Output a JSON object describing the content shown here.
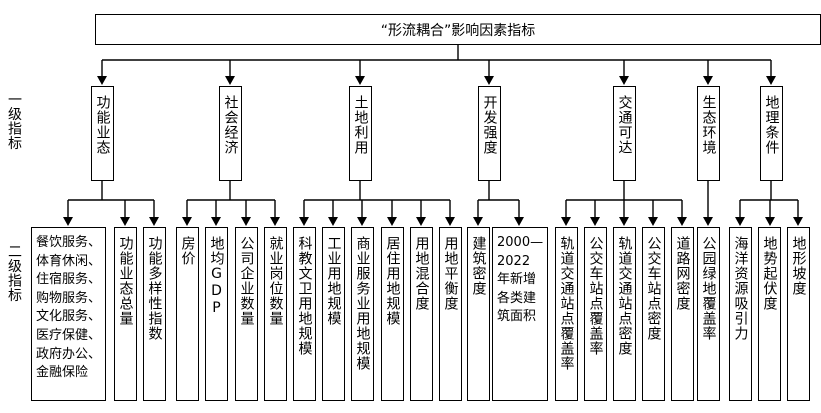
{
  "root": {
    "label": "“形流耦合”影响因素指标"
  },
  "side_labels": {
    "level1": "一级指标",
    "level2": "二级指标"
  },
  "level1": [
    "功能业态",
    "社会经济",
    "土地利用",
    "开发强度",
    "交通可达",
    "生态环境",
    "地理条件"
  ],
  "level2": {
    "function": [
      "餐饮服务、体育休闲、住宿服务、购物服务、文化服务、医疗保健、政府办公、金融保险",
      "功能业态总量",
      "功能多样性指数"
    ],
    "function_lines": [
      "餐饮服务、",
      "体育休闲、",
      "住宿服务、",
      "购物服务、",
      "文化服务、",
      "医疗保健、",
      "政府办公、",
      "金融保险"
    ],
    "economy": [
      "房价",
      "地均GDP",
      "公司企业数量",
      "就业岗位数量"
    ],
    "land": [
      "科教文卫用地规模",
      "工业用地规模",
      "商业服务业用地规模",
      "居住用地规模",
      "用地混合度",
      "用地平衡度"
    ],
    "intensity": [
      "建筑密度"
    ],
    "intensity_lines": [
      "2000—",
      "2022",
      "年新增",
      "各类建",
      "筑面积"
    ],
    "traffic": [
      "轨道交通站点覆盖率",
      "公交车站点覆盖率",
      "轨道交通站点密度",
      "公交车站点密度",
      "道路网密度"
    ],
    "ecology": [
      "公园绿地覆盖率"
    ],
    "geography": [
      "海洋资源吸引力",
      "地势起伏度",
      "地形坡度"
    ]
  }
}
